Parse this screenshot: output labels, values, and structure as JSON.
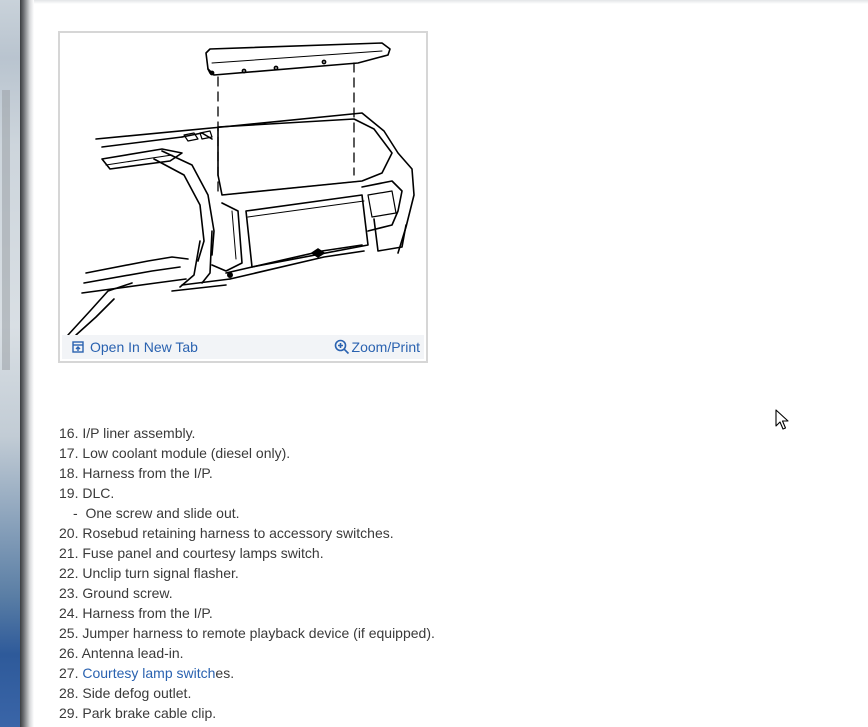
{
  "figure": {
    "open_new_tab_label": "Open In New Tab",
    "zoom_print_label": "Zoom/Print",
    "link_color": "#2a62b0"
  },
  "steps": [
    {
      "number": "16.",
      "text": "I/P liner assembly."
    },
    {
      "number": "17.",
      "text": "Low coolant module (diesel only)."
    },
    {
      "number": "18.",
      "text": "Harness from the I/P."
    },
    {
      "number": "19.",
      "text": "DLC."
    },
    {
      "bullet": "-",
      "text": "One screw and slide out."
    },
    {
      "number": "20.",
      "text": "Rosebud retaining harness to accessory switches."
    },
    {
      "number": "21.",
      "text": "Fuse panel and courtesy lamps switch."
    },
    {
      "number": "22.",
      "text": "Unclip turn signal flasher."
    },
    {
      "number": "23.",
      "text": "Ground screw."
    },
    {
      "number": "24.",
      "text": "Harness from the I/P."
    },
    {
      "number": "25.",
      "text": "Jumper harness to remote playback device (if equipped)."
    },
    {
      "number": "26.",
      "text": "Antenna lead-in."
    },
    {
      "number": "27.",
      "link_text": "Courtesy lamp switch",
      "suffix": "es."
    },
    {
      "number": "28.",
      "text": "Side defog outlet."
    },
    {
      "number": "29.",
      "text": "Park brake cable clip."
    }
  ]
}
